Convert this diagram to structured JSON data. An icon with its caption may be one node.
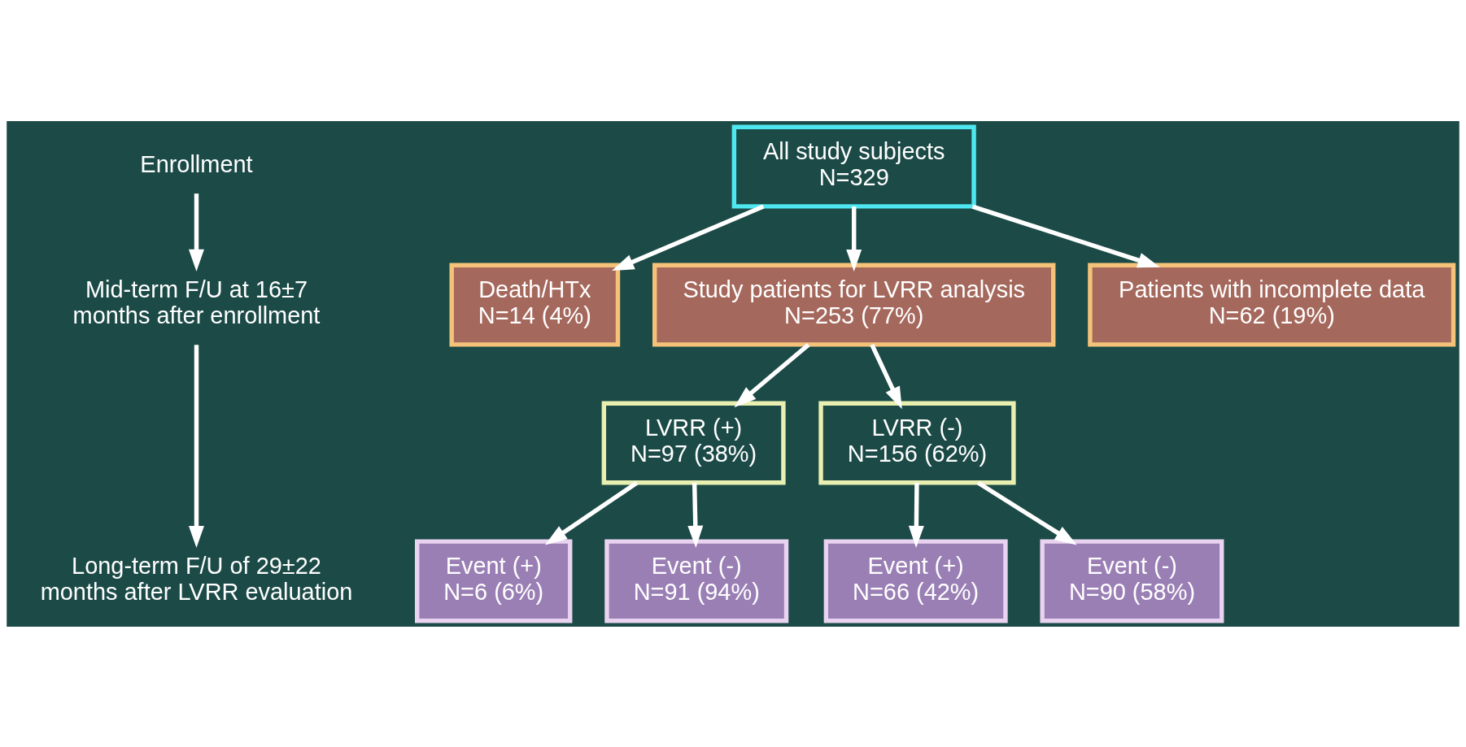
{
  "diagram": {
    "nodes": [
      {
        "text": [
          "Enrollment"
        ]
      },
      {
        "text": [
          "Mid-term F/U at 16±7 months after enrollment"
        ]
      },
      {
        "text": [
          "Long-term F/U of 29±22 months after LVRR evaluation"
        ]
      },
      {
        "text": [
          "All study subjects",
          "N=329"
        ]
      },
      {
        "text": [
          "Death/HTx",
          "N=14 (4%)"
        ]
      },
      {
        "text": [
          "Study patients for LVRR analysis",
          "N=253 (77%)"
        ]
      },
      {
        "text": [
          "Patients with incomplete data",
          "N=62 (19%)"
        ]
      },
      {
        "text": [
          "LVRR (+)",
          "N=97 (38%)"
        ]
      },
      {
        "text": [
          "LVRR (-)",
          "N=156 (62%)"
        ]
      },
      {
        "text": [
          "Event (+)",
          "N=6 (6%)"
        ]
      },
      {
        "text": [
          "Event (-)",
          "N=91 (94%)"
        ]
      },
      {
        "text": [
          "Event (+)",
          "N=66 (42%)"
        ]
      },
      {
        "text": [
          "Event (-)",
          "N=90 (58%)"
        ]
      }
    ],
    "edges": [
      {
        "from": 0,
        "to": 1,
        "arrow": "to"
      },
      {
        "from": 1,
        "to": 2,
        "arrow": "to"
      },
      {
        "from": 3,
        "to": 4,
        "arrow": "to"
      },
      {
        "from": 3,
        "to": 5,
        "arrow": "to"
      },
      {
        "from": 3,
        "to": 6,
        "arrow": "to"
      },
      {
        "from": 5,
        "to": 7,
        "arrow": "to"
      },
      {
        "from": 5,
        "to": 8,
        "arrow": "to"
      },
      {
        "from": 7,
        "to": 9,
        "arrow": "to"
      },
      {
        "from": 7,
        "to": 10,
        "arrow": "to"
      },
      {
        "from": 8,
        "to": 11,
        "arrow": "to"
      },
      {
        "from": 8,
        "to": 12,
        "arrow": "to"
      }
    ]
  }
}
